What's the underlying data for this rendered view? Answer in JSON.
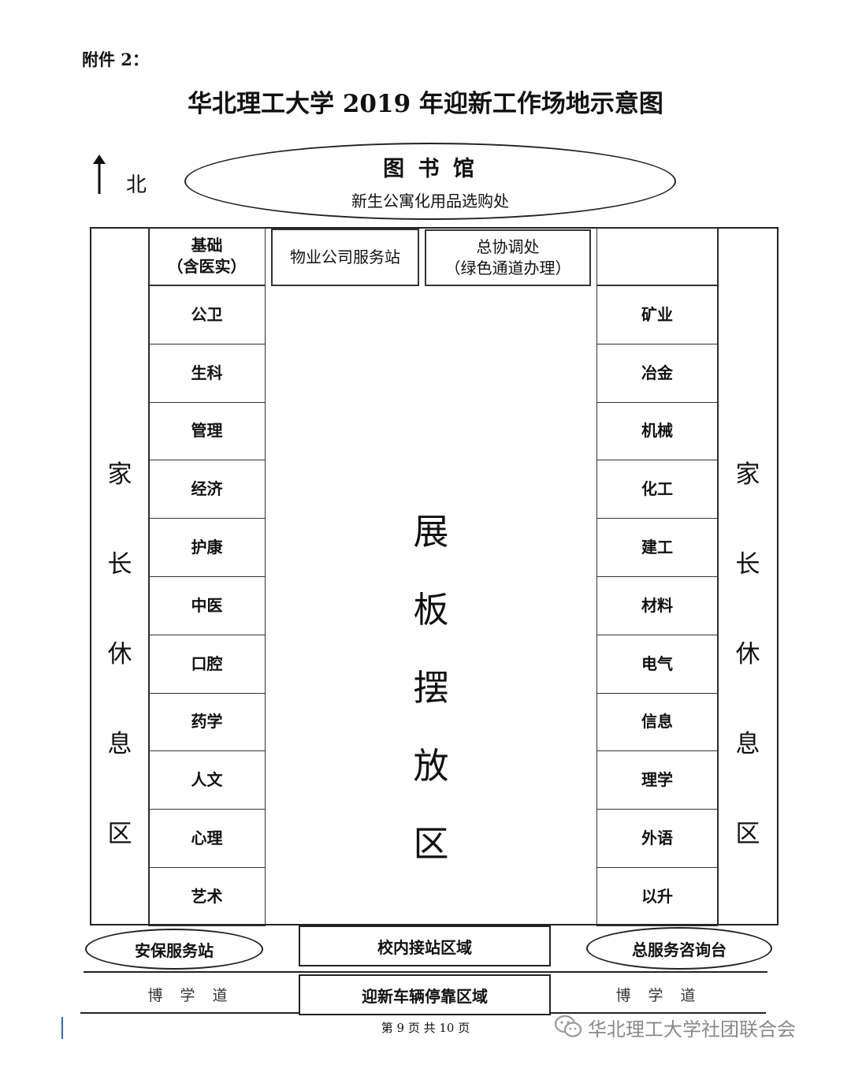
{
  "attachment_label": "附件 2：",
  "title": "华北理工大学 2019 年迎新工作场地示意图",
  "compass": {
    "arrow": "↑",
    "label": "北"
  },
  "library": {
    "name": "图 书 馆",
    "sub": "新生公寓化用品选购处"
  },
  "top_boxes": {
    "property": "物业公司服务站",
    "coordination_line1": "总协调处",
    "coordination_line2": "（绿色通道办理）"
  },
  "parent_rest": [
    "家",
    "长",
    "休",
    "息",
    "区"
  ],
  "center_area": [
    "展",
    "板",
    "摆",
    "放",
    "区"
  ],
  "left_column": {
    "first_line1": "基础",
    "first_line2": "（含医实）",
    "items": [
      "公卫",
      "生科",
      "管理",
      "经济",
      "护康",
      "中医",
      "口腔",
      "药学",
      "人文",
      "心理",
      "艺术"
    ]
  },
  "right_column": {
    "items": [
      "矿业",
      "冶金",
      "机械",
      "化工",
      "建工",
      "材料",
      "电气",
      "信息",
      "理学",
      "外语",
      "以升"
    ]
  },
  "bottom": {
    "security": "安保服务站",
    "station": "校内接站区域",
    "service_desk": "总服务咨询台",
    "road_left": "博 学 道",
    "parking": "迎新车辆停靠区域",
    "road_right": "博 学 道"
  },
  "footer": {
    "page": "第 9 页 共 10 页",
    "watermark": "华北理工大学社团联合会"
  }
}
